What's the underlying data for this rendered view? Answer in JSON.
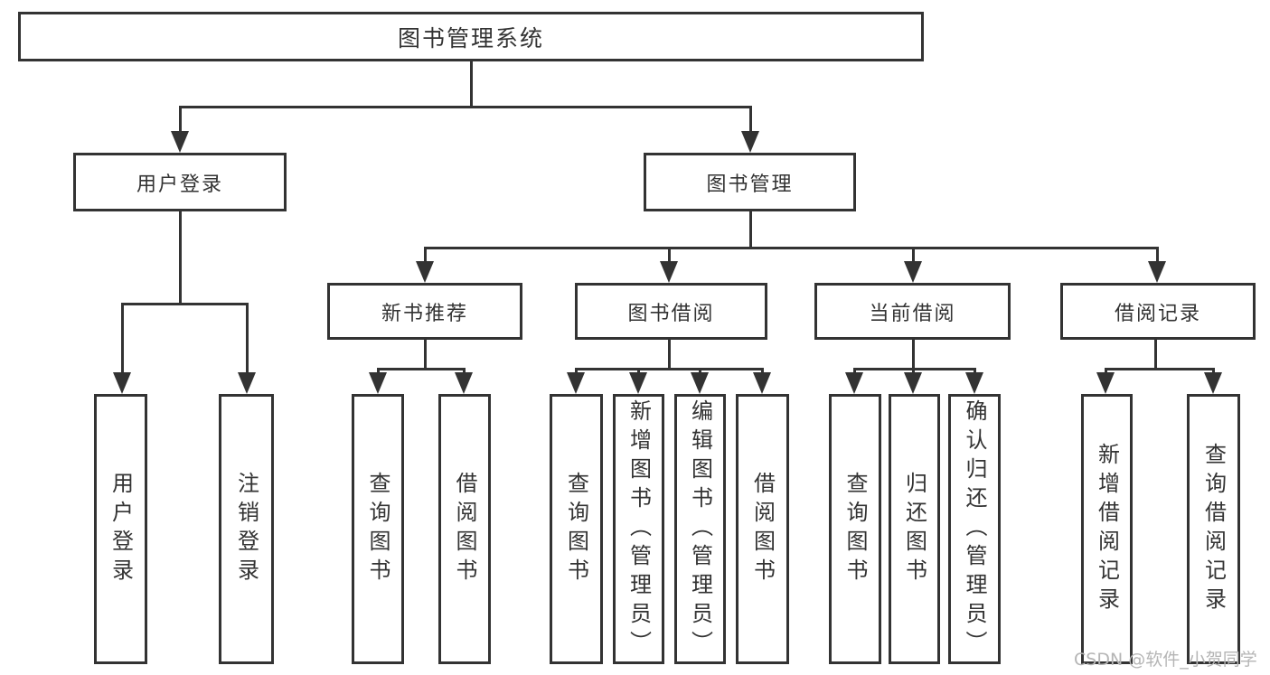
{
  "diagram": {
    "title": "图书管理系统",
    "nodes": {
      "root": "图书管理系统",
      "user_login": "用户登录",
      "book_mgmt": "图书管理",
      "new_book": "新书推荐",
      "book_borrow": "图书借阅",
      "current_borrow": "当前借阅",
      "borrow_records": "借阅记录",
      "leaf_user_login": "用户登录",
      "leaf_logout": "注销登录",
      "nb_query_books": "查询图书",
      "nb_borrow_books": "借阅图书",
      "bb_query_books": "查询图书",
      "bb_add_books": "新增图书（管理员）",
      "bb_edit_books": "编辑图书（管理员）",
      "bb_borrow_books": "借阅图书",
      "cb_query_books": "查询图书",
      "cb_return_books": "归还图书",
      "cb_confirm_return": "确认归还（管理员）",
      "br_add_record": "新增借阅记录",
      "br_query_record": "查询借阅记录"
    }
  },
  "watermark": {
    "text": "CSDN @软件_小贺同学"
  },
  "colors": {
    "line": "#333333",
    "text": "#333333",
    "background": "#ffffff",
    "watermark": "#b5b5b5"
  }
}
